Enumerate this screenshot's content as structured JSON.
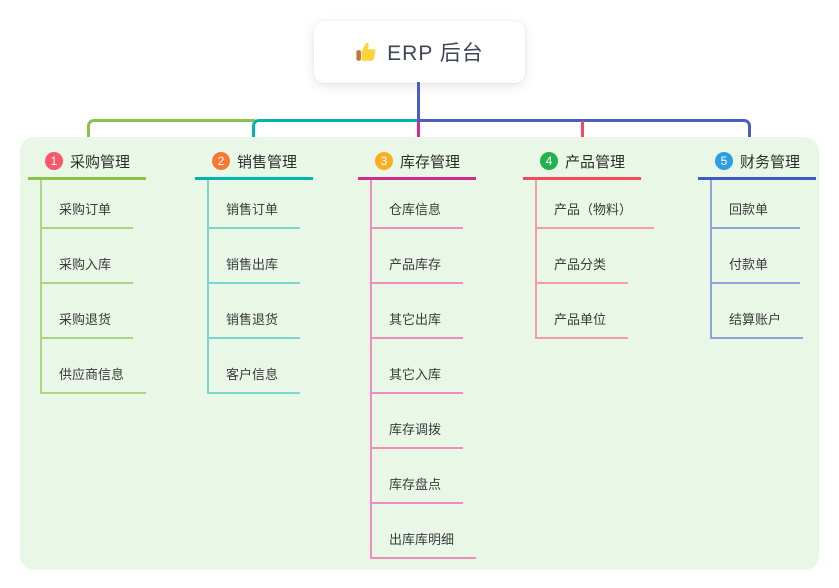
{
  "root": {
    "label": "ERP 后台",
    "icon": "thumbs-up-icon",
    "icon_colors": {
      "hand": "#fdd23a",
      "cuff": "#c17a2f"
    }
  },
  "theme": {
    "panel_bg": "#e8f7e6",
    "root_node_bg": "#ffffff",
    "root_text_color": "#3e4557",
    "child_text_color": "#3b3b3b"
  },
  "connectors": {
    "stem_color": "#4a5cc5"
  },
  "branches": [
    {
      "index": "1",
      "label": "采购管理",
      "badge_color": "#f8566b",
      "line_color": "#8bc34a",
      "sub_line_color": "#aed581",
      "children": [
        "采购订单",
        "采购入库",
        "采购退货",
        "供应商信息"
      ]
    },
    {
      "index": "2",
      "label": "销售管理",
      "badge_color": "#f57a35",
      "line_color": "#00b5ad",
      "sub_line_color": "#7dd6ce",
      "children": [
        "销售订单",
        "销售出库",
        "销售退货",
        "客户信息"
      ]
    },
    {
      "index": "3",
      "label": "库存管理",
      "badge_color": "#f9ae23",
      "line_color": "#d12d8e",
      "sub_line_color": "#f08dbe",
      "children": [
        "仓库信息",
        "产品库存",
        "其它出库",
        "其它入库",
        "库存调拨",
        "库存盘点",
        "出库库明细"
      ]
    },
    {
      "index": "4",
      "label": "产品管理",
      "badge_color": "#23b14d",
      "line_color": "#f4485c",
      "sub_line_color": "#f79ba4",
      "children": [
        "产品（物料）",
        "产品分类",
        "产品单位"
      ]
    },
    {
      "index": "5",
      "label": "财务管理",
      "badge_color": "#2d9fe0",
      "line_color": "#3d5ac8",
      "sub_line_color": "#8fa3de",
      "children": [
        "回款单",
        "付款单",
        "结算账户"
      ]
    }
  ]
}
